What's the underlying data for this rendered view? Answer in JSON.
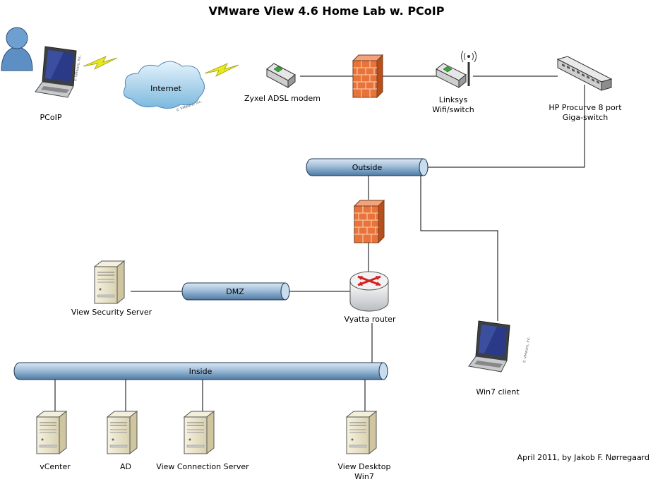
{
  "title": "VMware View 4.6 Home Lab w. PCoIP",
  "credit": "April 2011, by Jakob F. Nørregaard",
  "nodes": {
    "pcoip": "PCoIP",
    "internet": "Internet",
    "modem": "Zyxel ADSL modem",
    "linksys_line1": "Linksys",
    "linksys_line2": "Wifi/switch",
    "switch_line1": "HP Procurve 8 port",
    "switch_line2": "Giga-switch",
    "router": "Vyatta router",
    "security_server": "View Security Server",
    "win7_client": "Win7 client",
    "vcenter": "vCenter",
    "ad": "AD",
    "connection_server": "View Connection Server",
    "desktop_line1": "View Desktop",
    "desktop_line2": "Win7"
  },
  "segments": {
    "outside": "Outside",
    "dmz": "DMZ",
    "inside": "Inside"
  },
  "watermark": "© VMware, Inc.",
  "colors": {
    "pipe": "#9fbdd9",
    "pipe_dark": "#3f6688",
    "firewall": "#e8743a",
    "lightning": "#e8e81e",
    "person": "#5d8fc4",
    "server": "#e9e3c8"
  },
  "icons": {
    "person": "user-icon",
    "laptop": "laptop-icon",
    "cloud": "cloud-icon",
    "modem": "modem-icon",
    "firewall": "firewall-icon",
    "wifi_router": "wifi-router-icon",
    "switch": "switch-icon",
    "router": "router-icon",
    "server": "server-icon"
  }
}
